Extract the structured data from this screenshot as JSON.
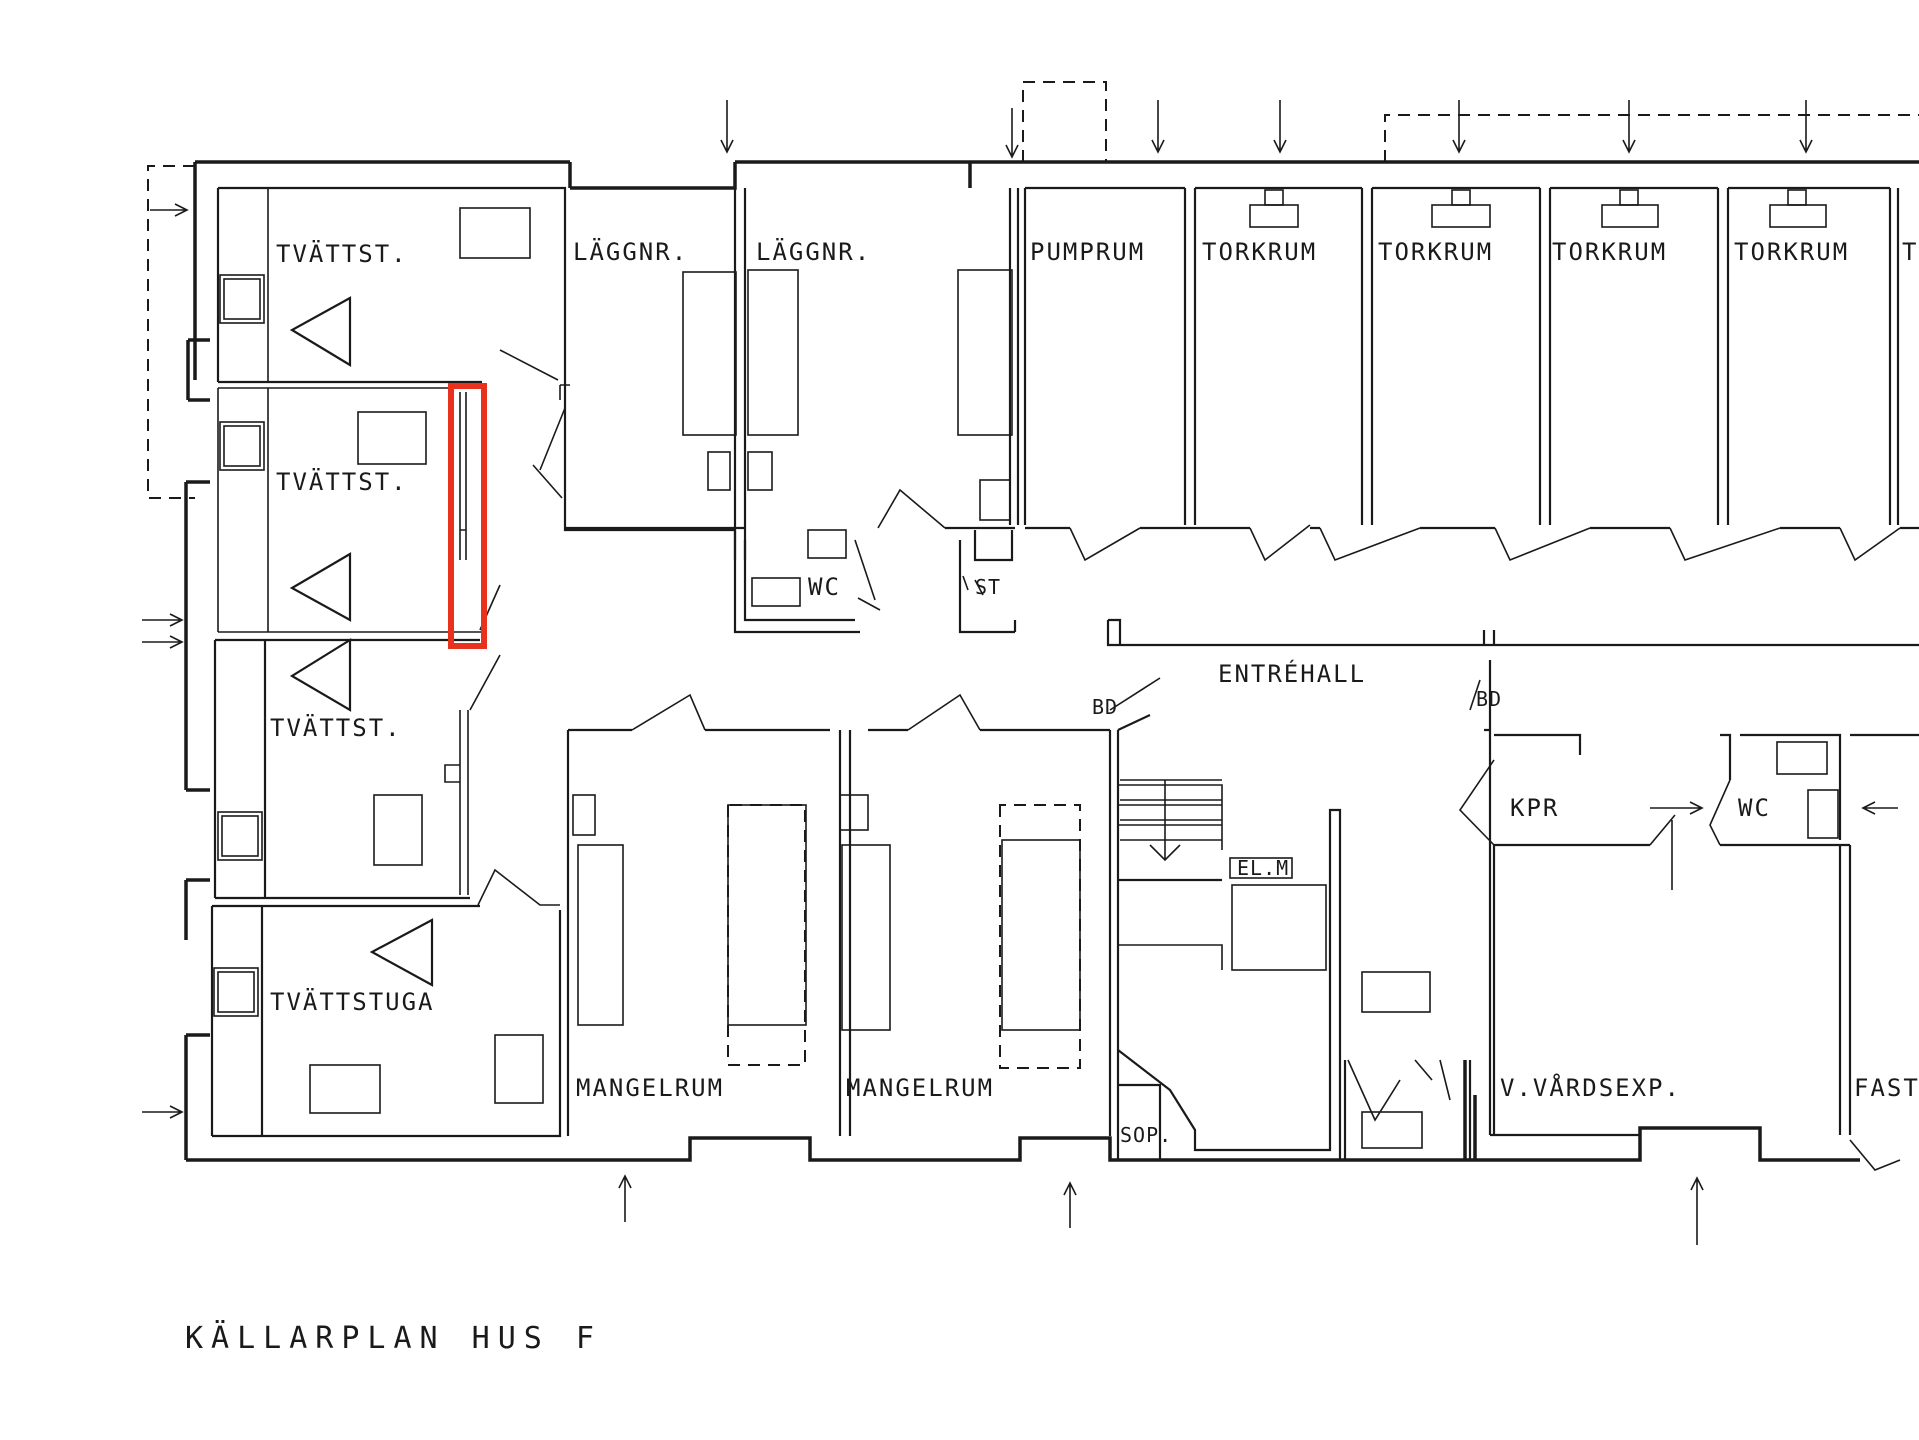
{
  "diagram": {
    "title": "KÄLLARPLAN HUS F",
    "highlight_color": "#e8321e",
    "line_color": "#1a1a1a",
    "rooms": {
      "tvattst_1": "TVÄTTST.",
      "tvattst_2": "TVÄTTST.",
      "tvattst_3": "TVÄTTST.",
      "tvattstuga": "TVÄTTSTUGA",
      "laggnr_1": "LÄGGNR.",
      "laggnr_2": "LÄGGNR.",
      "pumprum": "PUMPRUM",
      "torkrum_1": "TORKRUM",
      "torkrum_2": "TORKRUM",
      "torkrum_3": "TORKRUM",
      "torkrum_4": "TORKRUM",
      "torkrum_5_partial": "T",
      "wc_1": "WC",
      "st": "ST",
      "entrehall": "ENTRÉHALL",
      "bd_left": "BD",
      "bd_right": "BD",
      "kpr": "KPR",
      "wc_2": "WC",
      "el_m": "EL.M",
      "mangelrum_1": "MANGELRUM",
      "mangelrum_2": "MANGELRUM",
      "sop": "SOP.",
      "vardsexp": "V.VÅRDSEXP.",
      "fast_partial": "FAST"
    }
  }
}
